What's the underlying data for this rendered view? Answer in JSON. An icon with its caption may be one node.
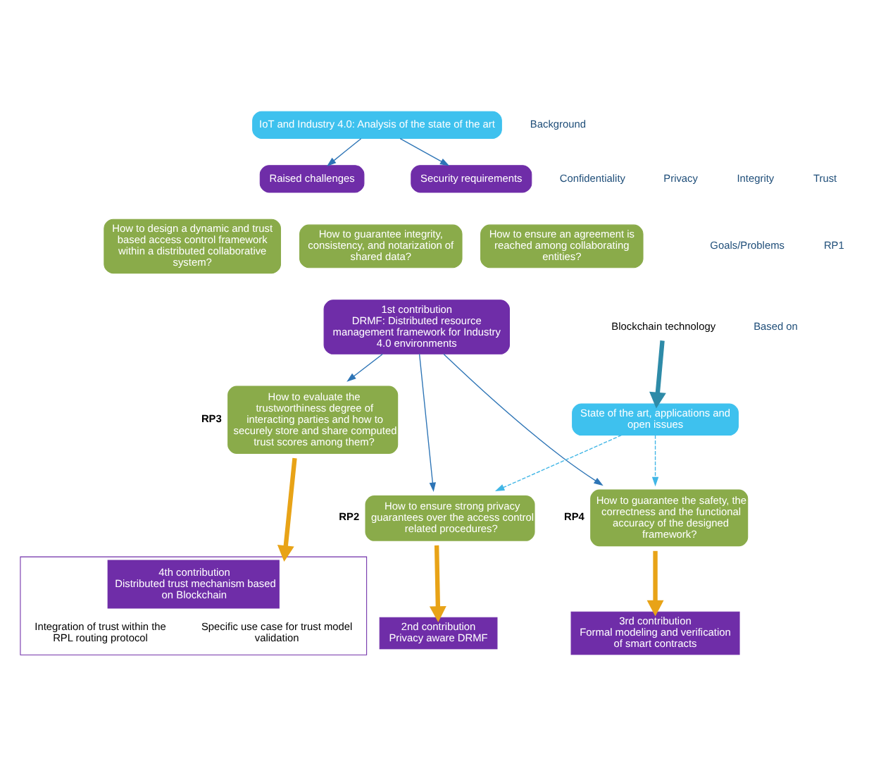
{
  "diagram": {
    "nodes": [
      {
        "text": [
          "IoT and Industry 4.0: Analysis of the state of the art"
        ]
      },
      {
        "text": [
          "Raised challenges"
        ]
      },
      {
        "text": [
          "Security requirements"
        ]
      },
      {
        "text": [
          "How to design a dynamic and trust based access control framework within a distributed collaborative system?"
        ]
      },
      {
        "text": [
          "How to guarantee integrity, consistency, and notarization of shared data?"
        ]
      },
      {
        "text": [
          "How to ensure an agreement is reached among collaborating entities?"
        ]
      },
      {
        "text": [
          "1st contribution",
          "DRMF: Distributed resource management framework for Industry 4.0 environments"
        ]
      },
      {
        "text": [
          "Blockchain technology"
        ]
      },
      {
        "text": [
          "State of the art, applications and open issues"
        ]
      },
      {
        "text": [
          "How to ensure strong privacy guarantees over the access control related procedures?"
        ],
        "beside": [
          "RP2"
        ]
      },
      {
        "text": [
          "How to evaluate the trustworthiness degree of interacting parties and how to securely store and share computed trust scores among them?"
        ],
        "beside": [
          "RP3"
        ]
      },
      {
        "text": [
          "How to guarantee the safety, the correctness and the functional accuracy of the designed framework?"
        ],
        "beside": [
          "RP4"
        ]
      },
      {
        "text": [
          "2nd contribution",
          "Privacy aware DRMF"
        ]
      },
      {
        "text": [
          "4th contribution",
          "Distributed trust mechanism based on Blockchain"
        ]
      },
      {
        "text": [
          "Specific use case for trust model validation"
        ],
        "in": 13
      },
      {
        "text": [
          "Integration of trust within the RPL routing protocol"
        ],
        "in": 13
      },
      {
        "text": [
          "3rd contribution",
          "Formal modeling and verification of smart contracts"
        ]
      }
    ],
    "edges": [
      {
        "from": 0,
        "to": 1,
        "arrow": "to"
      },
      {
        "from": 0,
        "to": 2,
        "arrow": "to"
      },
      {
        "from": 6,
        "to": 9,
        "arrow": "to"
      },
      {
        "from": 6,
        "to": 10,
        "arrow": "to"
      },
      {
        "from": 6,
        "to": 11,
        "arrow": "to"
      },
      {
        "from": 8,
        "to": 9,
        "arrow": "to",
        "style": "dashed",
        "color": "#41b6e6"
      },
      {
        "from": 8,
        "to": 11,
        "arrow": "to",
        "style": "dashed",
        "color": "#41b6e6"
      },
      {
        "from": 7,
        "to": 8,
        "arrow": "to",
        "style": "thick",
        "color": "#2e8ba8"
      },
      {
        "from": 9,
        "to": 12,
        "arrow": "to",
        "style": "thick",
        "color": "#e8a317"
      },
      {
        "from": 10,
        "to": 13,
        "arrow": "to",
        "style": "thick",
        "color": "#e8a317"
      },
      {
        "from": 11,
        "to": 16,
        "arrow": "to",
        "style": "thick",
        "color": "#e8a317"
      }
    ],
    "labels": [
      "Background",
      "Confidentiality",
      "Privacy",
      "Integrity",
      "Trust",
      "Goals/Problems",
      "RP1",
      "Based on"
    ]
  }
}
